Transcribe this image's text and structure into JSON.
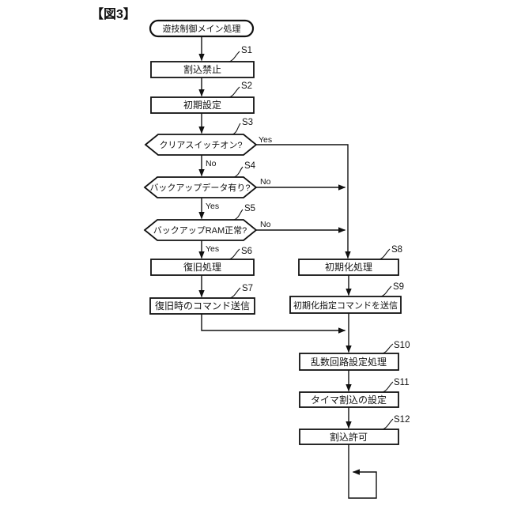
{
  "figure_label": "【図3】",
  "flowchart": {
    "start": "遊技制御メイン処理",
    "steps": [
      {
        "tag": "S1",
        "label": "割込禁止",
        "type": "process"
      },
      {
        "tag": "S2",
        "label": "初期設定",
        "type": "process"
      },
      {
        "tag": "S3",
        "label": "クリアスイッチオン?",
        "type": "decision",
        "yes": "Yes",
        "no": "No"
      },
      {
        "tag": "S4",
        "label": "バックアップデータ有り?",
        "type": "decision",
        "yes": "Yes",
        "no": "No"
      },
      {
        "tag": "S5",
        "label": "バックアップRAM正常?",
        "type": "decision",
        "yes": "Yes",
        "no": "No"
      },
      {
        "tag": "S6",
        "label": "復旧処理",
        "type": "process"
      },
      {
        "tag": "S7",
        "label": "復旧時のコマンド送信",
        "type": "process"
      },
      {
        "tag": "S8",
        "label": "初期化処理",
        "type": "process"
      },
      {
        "tag": "S9",
        "label": "初期化指定コマンドを送信",
        "type": "process"
      },
      {
        "tag": "S10",
        "label": "乱数回路設定処理",
        "type": "process"
      },
      {
        "tag": "S11",
        "label": "タイマ割込の設定",
        "type": "process"
      },
      {
        "tag": "S12",
        "label": "割込許可",
        "type": "process"
      }
    ],
    "colors": {
      "ink": "#111111",
      "background": "#ffffff"
    }
  }
}
